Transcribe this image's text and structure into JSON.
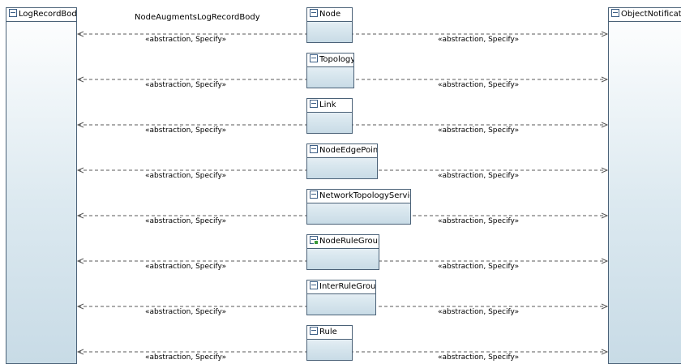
{
  "diagram": {
    "title": "NodeAugmentsLogRecordBody",
    "left_class": "LogRecordBody",
    "right_class": "ObjectNotification",
    "middle_classes": [
      {
        "name": "Node",
        "icon": "class-icon"
      },
      {
        "name": "Topology",
        "icon": "class-icon"
      },
      {
        "name": "Link",
        "icon": "class-icon"
      },
      {
        "name": "NodeEdgePoint",
        "icon": "class-icon"
      },
      {
        "name": "NetworkTopologyService",
        "icon": "class-icon"
      },
      {
        "name": "NodeRuleGroup",
        "icon": "feature-class-icon"
      },
      {
        "name": "InterRuleGroup",
        "icon": "class-icon"
      },
      {
        "name": "Rule",
        "icon": "class-icon"
      }
    ],
    "relation_label": "«abstraction, Specify»",
    "colors": {
      "border": "#4b6278",
      "fill": "#dce9f0",
      "line": "#5a5a5a"
    }
  }
}
